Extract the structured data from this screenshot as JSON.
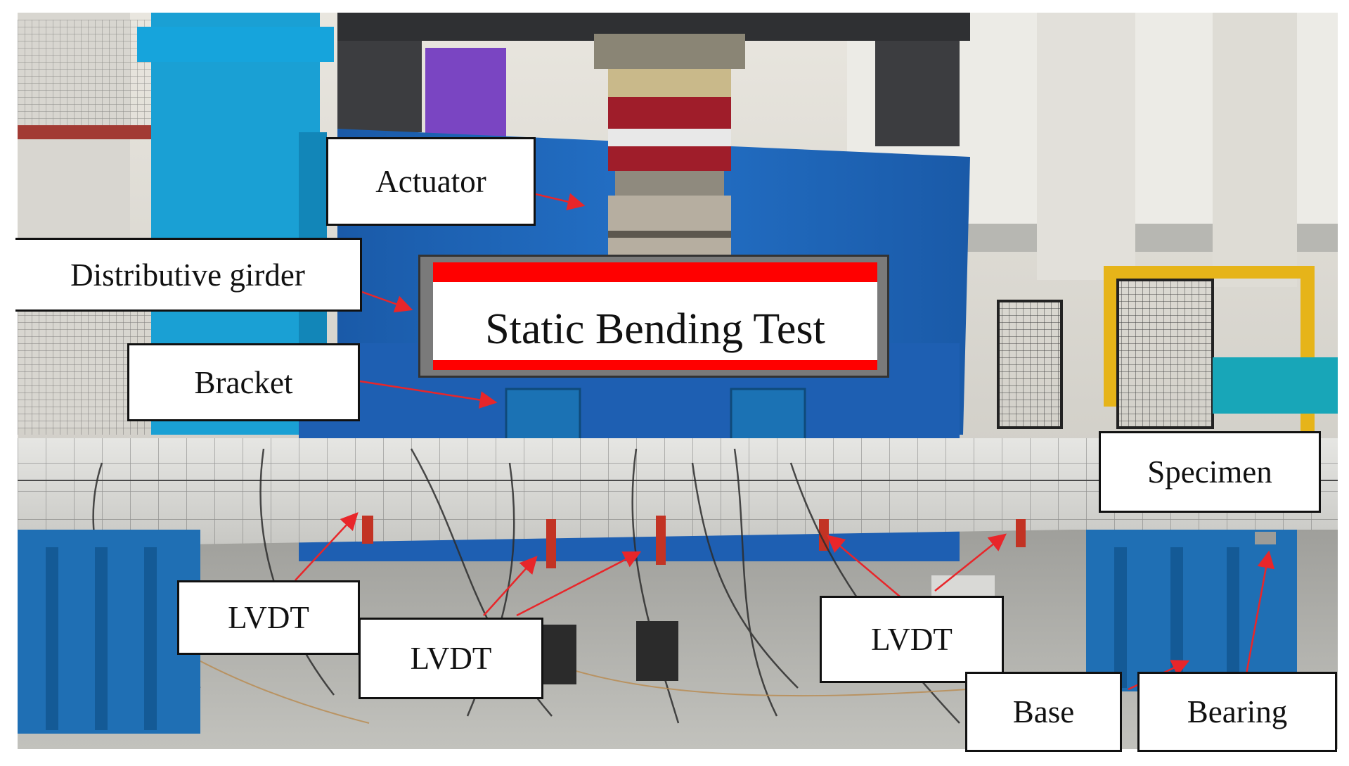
{
  "labels": {
    "actuator": "Actuator",
    "distributive_girder": "Distributive girder",
    "bracket": "Bracket",
    "specimen": "Specimen",
    "lvdt_left": "LVDT",
    "lvdt_center": "LVDT",
    "lvdt_right": "LVDT",
    "base": "Base",
    "bearing": "Bearing"
  },
  "banner": {
    "title": "Static Bending Test"
  },
  "colors": {
    "arrow": "#e8262a",
    "banner_stripe": "#ff0000",
    "tarp": "#1c63b8",
    "steel_frame": "#1e6fb8",
    "concrete": "#d6d6d4"
  }
}
